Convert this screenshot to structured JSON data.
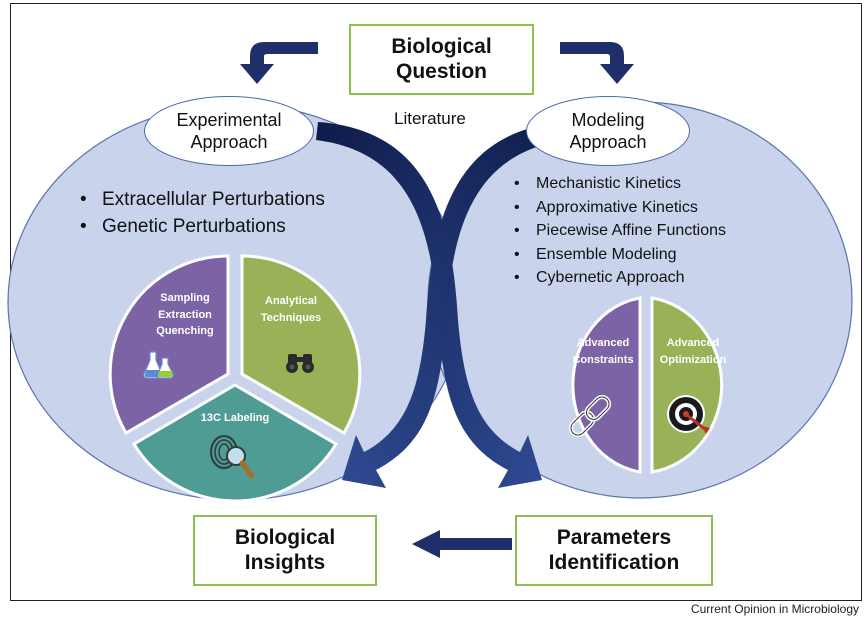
{
  "boxes": {
    "question": [
      "Biological",
      "Question"
    ],
    "insights": [
      "Biological",
      "Insights"
    ],
    "parameters": [
      "Parameters",
      "Identification"
    ]
  },
  "literature": "Literature",
  "experimental": {
    "title": [
      "Experimental",
      "Approach"
    ],
    "bullets": [
      "Extracellular Perturbations",
      "Genetic Perturbations"
    ],
    "segments": {
      "sampling": [
        "Sampling",
        "Extraction",
        "Quenching"
      ],
      "analytical": [
        "Analytical",
        "Techniques"
      ],
      "labeling": [
        "13C Labeling"
      ]
    }
  },
  "modeling": {
    "title": [
      "Modeling",
      "Approach"
    ],
    "bullets": [
      "Mechanistic Kinetics",
      "Approximative Kinetics",
      "Piecewise Affine Functions",
      "Ensemble Modeling",
      "Cybernetic Approach"
    ],
    "segments": {
      "constraints": [
        "Advanced",
        "Constraints"
      ],
      "optimization": [
        "Advanced",
        "Optimization"
      ]
    }
  },
  "credit": "Current Opinion in Microbiology",
  "colors": {
    "ellipse_fill": "#c9d4ec",
    "ellipse_stroke": "#5a74b0",
    "dark_blue": "#1e2f6a",
    "purple": "#7b63a6",
    "green": "#99b257",
    "teal": "#4f9c94",
    "box_border": "#8cc152"
  },
  "icons": [
    "flask-icon",
    "binoculars-icon",
    "fingerprint-magnifier-icon",
    "chain-link-icon",
    "target-icon",
    "arrow-icon"
  ]
}
